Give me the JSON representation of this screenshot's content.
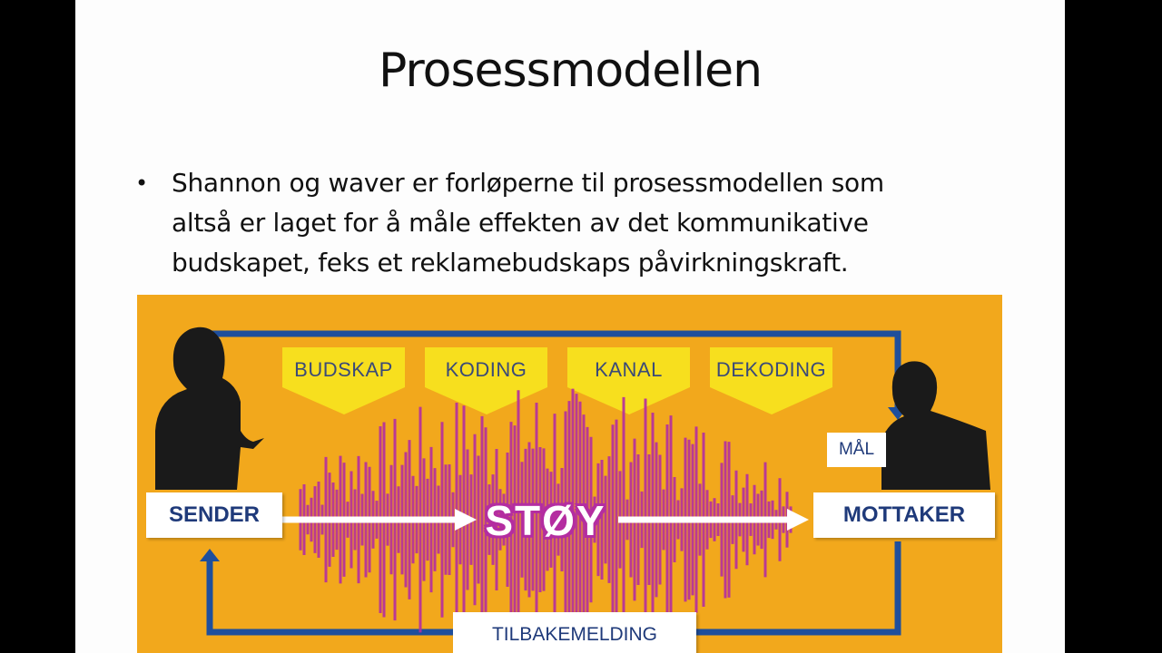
{
  "slide": {
    "title": "Prosessmodellen",
    "bullets": [
      {
        "lines": [
          "Shannon og waver er forløperne til prosessmodellen som",
          "altså er laget for å måle effekten av det kommunikative",
          "budskapet, feks et reklamebudskaps påvirkningskraft."
        ]
      }
    ]
  },
  "diagram": {
    "stages": [
      "BUDSKAP",
      "KODING",
      "KANAL",
      "DEKODING"
    ],
    "sender": "SENDER",
    "receiver": "MOTTAKER",
    "noise": "STØY",
    "goal": "MÅL",
    "feedback": "TILBAKEMELDING",
    "colors": {
      "background": "#f2a81c",
      "stage_fill": "#f7df1e",
      "stage_text": "#3b4a78",
      "arrow_blue": "#1f4f9c",
      "noise_magenta": "#b42da0",
      "label_text": "#1f3a7a"
    }
  }
}
